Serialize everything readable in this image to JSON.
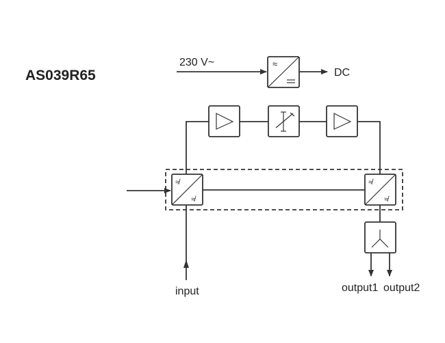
{
  "title": "AS039R65",
  "power": {
    "input_label": "230 V~",
    "output_label": "DC"
  },
  "labels": {
    "input": "input",
    "output1": "output1",
    "output2": "output2"
  },
  "colors": {
    "line": "#333333",
    "text": "#222222"
  }
}
